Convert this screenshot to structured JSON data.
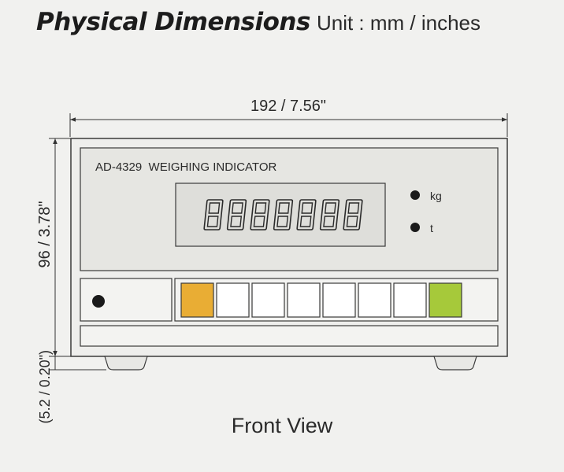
{
  "header": {
    "title": "Physical Dimensions",
    "unit": "Unit : mm / inches"
  },
  "dimensions": {
    "width": "192 / 7.56\"",
    "height": "96 / 3.78\"",
    "foot": "(5.2 / 0.20\")"
  },
  "device": {
    "model_label": "AD-4329  WEIGHING INDICATOR",
    "display_digits": "8888888",
    "unit_kg": "kg",
    "unit_t": "t"
  },
  "key_colors": [
    "#e9ad34",
    "#ffffff",
    "#ffffff",
    "#ffffff",
    "#ffffff",
    "#ffffff",
    "#ffffff",
    "#a6c93a"
  ],
  "caption": "Front View"
}
